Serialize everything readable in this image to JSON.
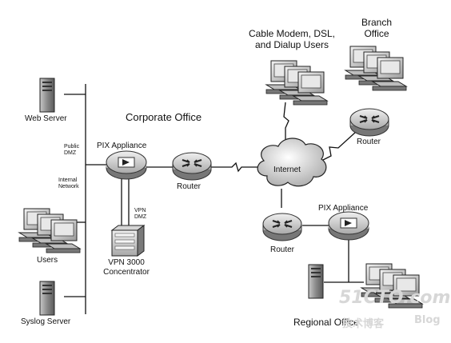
{
  "labels": {
    "corporate_office": "Corporate Office",
    "web_server": "Web Server",
    "public_dmz_1": "Public",
    "public_dmz_2": "DMZ",
    "internal_network_1": "Internal",
    "internal_network_2": "Network",
    "pix_appliance_corp": "PIX Appliance",
    "vpn_dmz_1": "VPN",
    "vpn_dmz_2": "DMZ",
    "users": "Users",
    "vpn_concentrator_1": "VPN 3000",
    "vpn_concentrator_2": "Concentrator",
    "syslog_server": "Syslog Server",
    "router_corp": "Router",
    "internet": "Internet",
    "remote_users_1": "Cable Modem, DSL,",
    "remote_users_2": "and Dialup Users",
    "branch_office_1": "Branch",
    "branch_office_2": "Office",
    "router_branch": "Router",
    "pix_appliance_regional": "PIX Appliance",
    "router_regional": "Router",
    "regional_office": "Regional Office"
  },
  "watermark": {
    "site": "51CTO.com",
    "cn": "技术博客",
    "blog": "Blog"
  }
}
